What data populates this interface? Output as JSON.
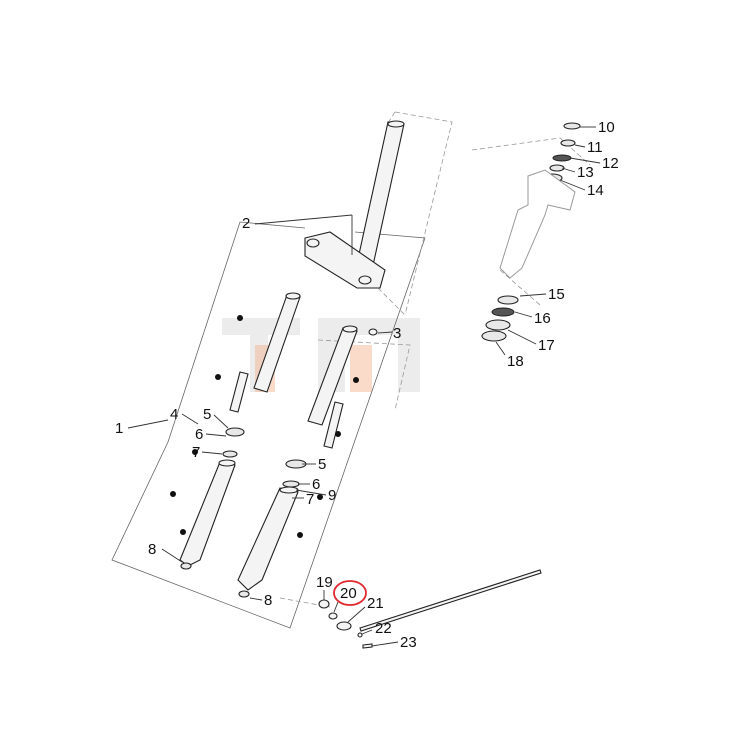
{
  "callouts": {
    "c1": "1",
    "c2": "2",
    "c3": "3",
    "c4": "4",
    "c5a": "5",
    "c5b": "5",
    "c6a": "6",
    "c6b": "6",
    "c7a": "7",
    "c7b": "7",
    "c8a": "8",
    "c8b": "8",
    "c9": "9",
    "c10": "10",
    "c11": "11",
    "c12": "12",
    "c13": "13",
    "c14": "14",
    "c15": "15",
    "c16": "16",
    "c17": "17",
    "c18": "18",
    "c19": "19",
    "c20": "20",
    "c21": "21",
    "c22": "22",
    "c23": "23"
  },
  "highlight": {
    "part": "20",
    "color": "#e0282e"
  }
}
